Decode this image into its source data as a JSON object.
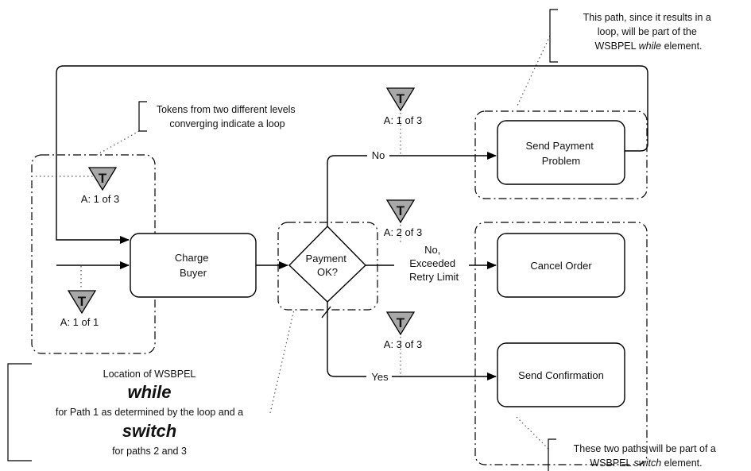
{
  "tasks": {
    "charge_buyer": [
      "Charge",
      "Buyer"
    ],
    "send_payment_problem": [
      "Send Payment",
      "Problem"
    ],
    "cancel_order": [
      "Cancel Order"
    ],
    "send_confirmation": [
      "Send Confirmation"
    ]
  },
  "gateway": {
    "label": [
      "Payment",
      "OK?"
    ]
  },
  "flows": {
    "no": "No",
    "no_exceeded": [
      "No,",
      "Exceeded",
      "Retry Limit"
    ],
    "yes": "Yes"
  },
  "tokens": {
    "symbol": "T",
    "a_1_of_1": "A: 1 of 1",
    "a_1_of_3_loop": "A: 1 of 3",
    "a_1_of_3_no": "A: 1 of 3",
    "a_2_of_3": "A: 2 of 3",
    "a_3_of_3": "A: 3 of 3"
  },
  "notes": {
    "tokens_loop": [
      "Tokens from two different levels",
      "converging indicate a loop"
    ],
    "loop_path": [
      "This path, since it results in a",
      "loop, will be part of the",
      "WSBPEL ",
      "while",
      " element."
    ],
    "switch_paths": [
      "These two paths will be part of a",
      "WSBPEL ",
      "switch",
      " element."
    ],
    "location": {
      "line1": "Location of WSBPEL",
      "while": "while",
      "line3": "for Path 1 as determined by the loop and a",
      "switch": "switch",
      "line5": "for paths 2 and 3"
    }
  }
}
